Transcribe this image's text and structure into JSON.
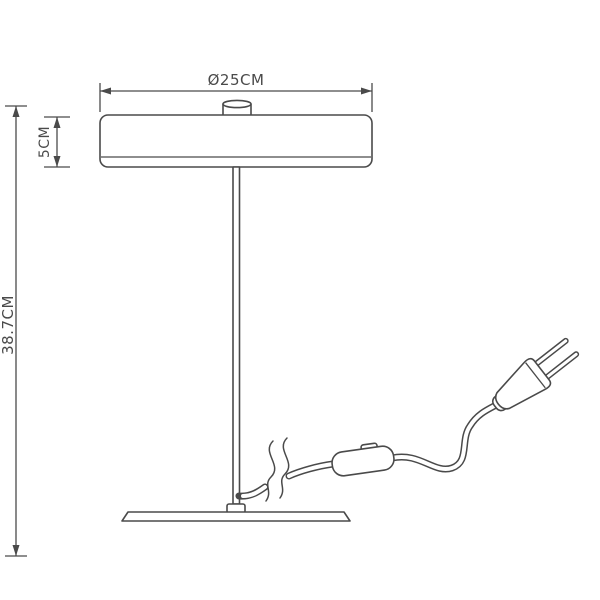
{
  "diagram": {
    "type": "technical-dimension-drawing",
    "subject": "table lamp side view with power cord, inline switch and plug",
    "dimensions": {
      "shade_diameter": "Ø25CM",
      "shade_height": "5CM",
      "total_height": "38.7CM"
    },
    "colors": {
      "line": "#4a4a4a",
      "background": "#ffffff"
    }
  }
}
